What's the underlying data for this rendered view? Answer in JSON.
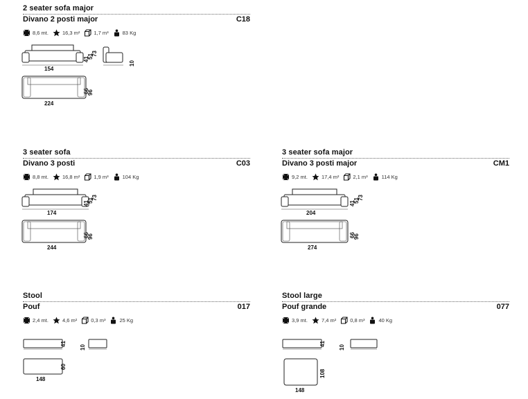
{
  "blocks": [
    {
      "title_en": "2 seater sofa major",
      "title_it": "Divano 2 posti major",
      "code": "C18",
      "specs": {
        "length": "8,6 mt.",
        "area": "16,3 m²",
        "volume": "1,7 m³",
        "weight": "83 Kg"
      },
      "dims": {
        "front_width": "154",
        "h1": "41",
        "h2": "51",
        "h3": "73",
        "side_h": "10",
        "top_width": "224",
        "depth1": "66",
        "depth2": "96"
      }
    },
    {
      "title_en": "3 seater sofa",
      "title_it": "Divano 3 posti",
      "code": "C03",
      "specs": {
        "length": "8,8 mt.",
        "area": "16,8 m²",
        "volume": "1,9 m³",
        "weight": "104 Kg"
      },
      "dims": {
        "front_width": "174",
        "h1": "41",
        "h2": "51",
        "h3": "73",
        "top_width": "244",
        "depth1": "66",
        "depth2": "96"
      }
    },
    {
      "title_en": "3 seater sofa major",
      "title_it": "Divano 3 posti major",
      "code": "CM1",
      "specs": {
        "length": "9,2 mt.",
        "area": "17,4 m²",
        "volume": "2,1 m³",
        "weight": "114 Kg"
      },
      "dims": {
        "front_width": "204",
        "h1": "41",
        "h2": "51",
        "h3": "73",
        "top_width": "274",
        "depth1": "66",
        "depth2": "96"
      }
    },
    {
      "title_en": "Stool",
      "title_it": "Pouf",
      "code": "017",
      "specs": {
        "length": "2,4 mt.",
        "area": "4,6 m²",
        "volume": "0,3 m³",
        "weight": "25 Kg"
      },
      "dims": {
        "h1": "41",
        "side_h": "10",
        "top_width": "148",
        "depth1": "60"
      }
    },
    {
      "title_en": "Stool large",
      "title_it": "Pouf grande",
      "code": "077",
      "specs": {
        "length": "3,9 mt.",
        "area": "7,4 m²",
        "volume": "0,8 m³",
        "weight": "40 Kg"
      },
      "dims": {
        "h1": "41",
        "side_h": "10",
        "top_width": "148",
        "depth1": "108"
      }
    }
  ],
  "icons": {
    "length": "fabric-length-icon",
    "area": "star-area-icon",
    "volume": "cube-volume-icon",
    "weight": "weight-person-icon"
  }
}
